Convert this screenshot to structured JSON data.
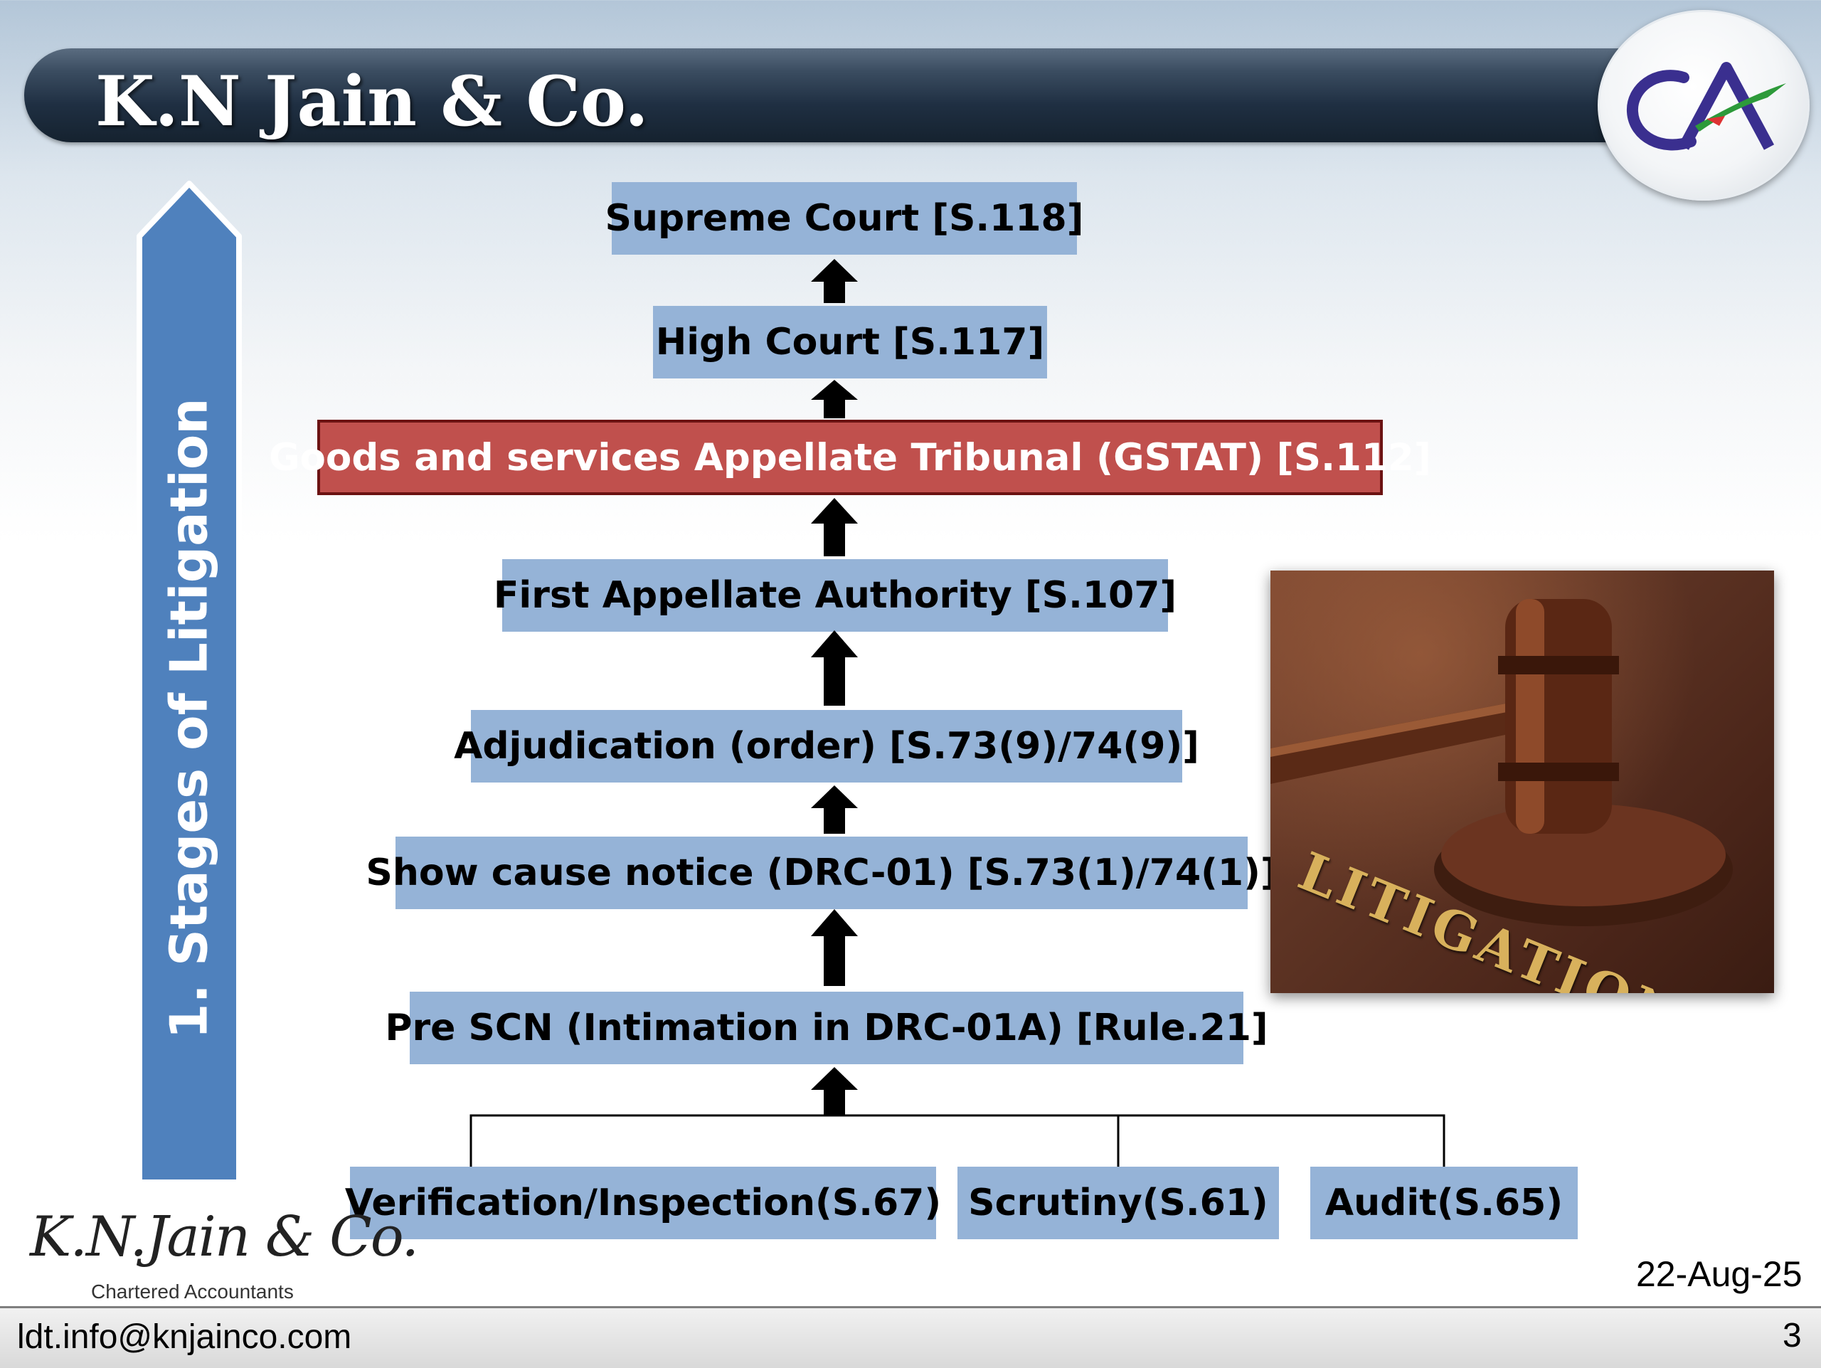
{
  "header": {
    "title": "K.N Jain & Co.",
    "logo_text": "CA"
  },
  "stage_label": "1. Stages of Litigation",
  "flow": {
    "stages": [
      "Supreme Court [S.118]",
      "High Court [S.117]",
      "Goods and services Appellate Tribunal (GSTAT) [S.112]",
      "First Appellate Authority [S.107]",
      "Adjudication (order) [S.73(9)/74(9)]",
      "Show cause notice (DRC-01) [S.73(1)/74(1)]",
      "Pre SCN (Intimation in DRC-01A) [Rule.21]"
    ],
    "sources": [
      "Verification/Inspection(S.67)",
      "Scrutiny(S.61)",
      "Audit(S.65)"
    ],
    "highlight_stage": "Goods and services Appellate Tribunal (GSTAT) [S.112]"
  },
  "image_caption_text": "LITIGATION",
  "firm_logo": {
    "name": "K.N.Jain & Co.",
    "subtitle": "Chartered Accountants"
  },
  "date": "22-Aug-25",
  "footer": {
    "email": "ldt.info@knjainco.com",
    "page_number": "3"
  },
  "colors": {
    "box_blue": "#95b3d7",
    "box_red": "#c0504d",
    "arrow_blue": "#4f81bd",
    "header_dark": "#1f2f42"
  }
}
